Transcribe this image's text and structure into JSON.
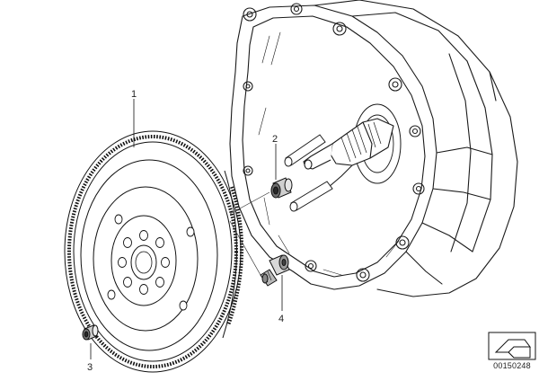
{
  "diagram": {
    "callouts": [
      {
        "label": "1",
        "part": "flywheel"
      },
      {
        "label": "2",
        "part": "guide-sleeve"
      },
      {
        "label": "3",
        "part": "pilot-bushing"
      },
      {
        "label": "4",
        "part": "flywheel-bolt"
      }
    ],
    "document_number": "00150248",
    "icon": "parts-catalog-symbol-icon"
  }
}
